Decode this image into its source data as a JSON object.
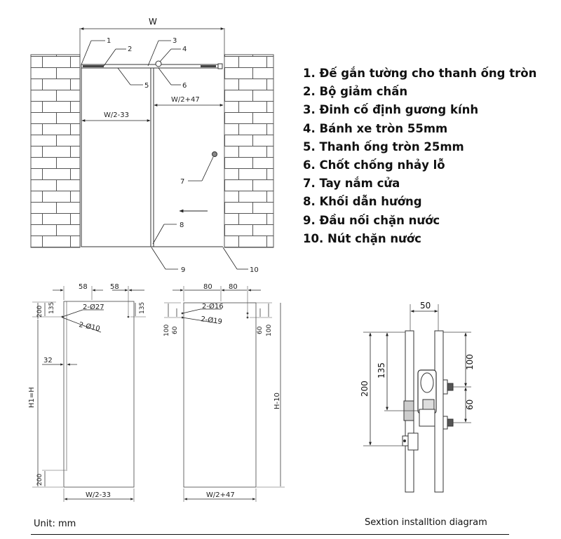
{
  "legend": {
    "items": [
      "1. Đế gắn tường cho thanh ống tròn",
      "2. Bộ giảm chấn",
      "3. Đinh cố định gương kính",
      "4. Bánh xe tròn 55mm",
      "5. Thanh ống tròn 25mm",
      "6. Chốt chống nhảy lỗ",
      "7. Tay nắm cửa",
      "8. Khối dẫn hướng",
      "9. Đầu nối chặn nước",
      "10. Nút chặn nước"
    ]
  },
  "elevation": {
    "width_label": "W",
    "left_width_label": "W/2-33",
    "right_width_label": "W/2+47",
    "callouts": [
      "1",
      "2",
      "3",
      "4",
      "5",
      "6",
      "7",
      "8",
      "9",
      "10"
    ]
  },
  "panel_left": {
    "dim_a": "58",
    "dim_b": "58",
    "hole_large": "2-Ø27",
    "hole_small": "2-Ø10",
    "dim_top": "200",
    "dim_135_left": "135",
    "dim_135_right": "135",
    "dim_32": "32",
    "height_label": "H1=H",
    "dim_bottom": "200",
    "width_label": "W/2-33"
  },
  "panel_right": {
    "dim_a": "80",
    "dim_b": "80",
    "hole_large": "2-Ø16",
    "hole_small": "2-Ø19",
    "dim_100_left": "100",
    "dim_60_left": "60",
    "dim_60_right": "60",
    "dim_100_right": "100",
    "height_label": "H-10",
    "width_label": "W/2+47"
  },
  "section": {
    "dim_50": "50",
    "dim_200": "200",
    "dim_135": "135",
    "dim_100": "100",
    "dim_60": "60"
  },
  "footer": {
    "unit": "Unit: mm",
    "caption": "Sextion installtion diagram"
  }
}
